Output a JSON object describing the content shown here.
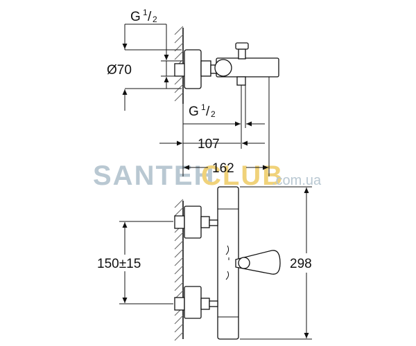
{
  "dimensions": {
    "thread_top": {
      "base": "G",
      "frac_num": "1",
      "frac_den": "2"
    },
    "diameter": "Ø70",
    "thread_spout": {
      "base": "G",
      "frac_num": "1",
      "frac_den": "2"
    },
    "spout_depth": "107",
    "total_depth": "162",
    "center_distance": "150±15",
    "height": "298"
  },
  "watermark": {
    "part1": "SANTEH",
    "part2": "CLUB",
    "domain": ".com.ua",
    "color1": "#b9c8d2",
    "color2": "#f0d27a"
  },
  "colors": {
    "line": "#111111",
    "hatch": "#666666",
    "background": "#ffffff"
  }
}
